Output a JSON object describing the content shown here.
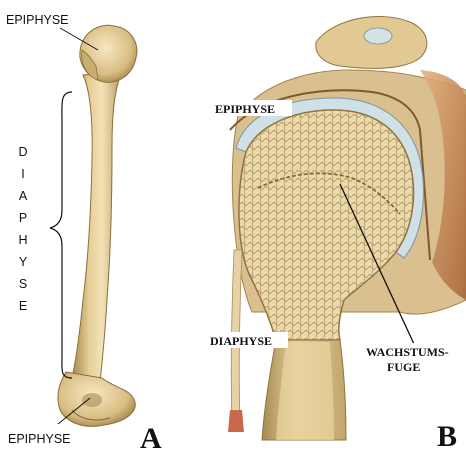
{
  "panel_a": {
    "letter": "A",
    "label_top": "EPIPHYSE",
    "label_bottom": "EPIPHYSE",
    "label_shaft_letters": [
      "D",
      "I",
      "A",
      "P",
      "H",
      "Y",
      "S",
      "E"
    ]
  },
  "panel_b": {
    "letter": "B",
    "label_epiphyse": "EPIPHYSE",
    "label_diaphyse": "DIAPHYSE",
    "label_growth_plate_line1": "WACHSTUMS-",
    "label_growth_plate_line2": "FUGE"
  },
  "colors": {
    "bone_light": "#f1dfb0",
    "bone_mid": "#d9bd80",
    "bone_dark": "#9c7f45",
    "spongy": "#e7d6a7",
    "cartilage": "#cfe0e6",
    "muscle": "#c98b5a",
    "background": "#ffffff"
  }
}
